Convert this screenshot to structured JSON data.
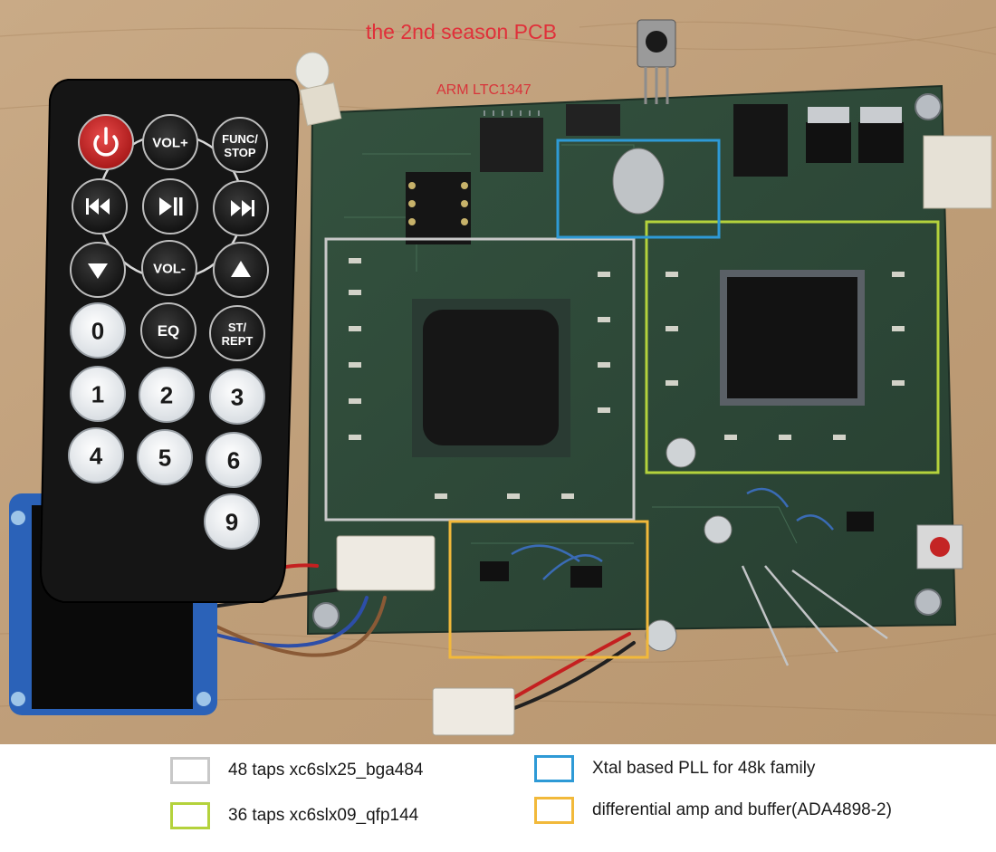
{
  "title": "the 2nd season PCB",
  "chip_label": "ARM LTC1347",
  "colors": {
    "title_red": "#e0303a",
    "gray_box": "#c8c8c8",
    "green_box": "#b4d23c",
    "blue_box": "#2e9ad6",
    "yellow_box": "#f2b93a",
    "board_green": "#2e4a3a",
    "wood": "#c2a27e"
  },
  "remote": {
    "buttons": [
      "VOL+",
      "FUNC/\nSTOP",
      "VOL-",
      "0",
      "EQ",
      "ST/\nREPT",
      "1",
      "2",
      "3",
      "4",
      "5",
      "6",
      "9"
    ],
    "icons": [
      "power-icon",
      "prev-icon",
      "play-pause-icon",
      "next-icon",
      "down-arrow-icon",
      "up-arrow-icon"
    ]
  },
  "legend": [
    {
      "label": "48 taps xc6slx25_bga484",
      "color": "#c8c8c8"
    },
    {
      "label": "36 taps xc6slx09_qfp144",
      "color": "#b4d23c"
    },
    {
      "label": "Xtal based PLL for 48k family",
      "color": "#2e9ad6"
    },
    {
      "label": "differential amp and buffer(ADA4898-2)",
      "color": "#f2b93a"
    }
  ]
}
